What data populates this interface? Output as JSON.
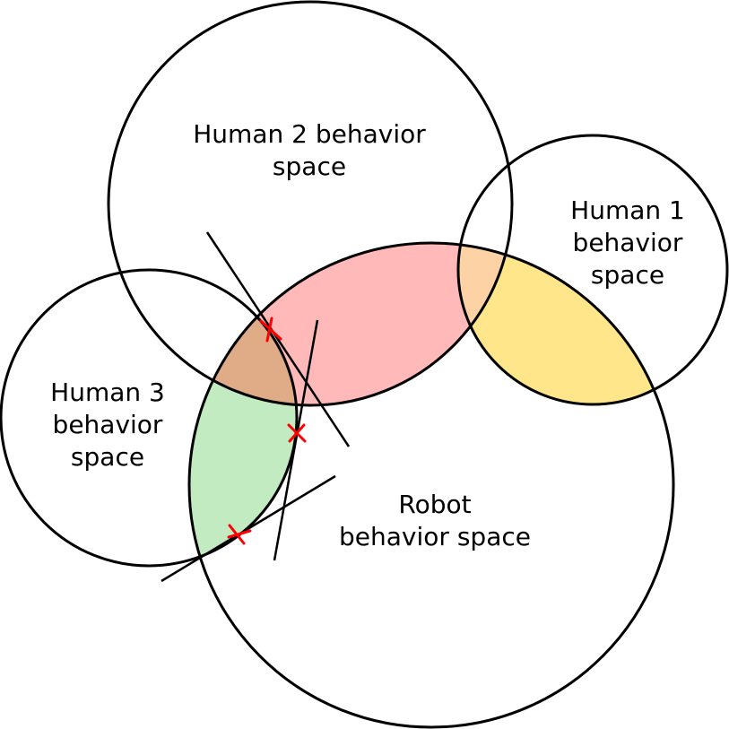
{
  "labels": {
    "human2": [
      "Human 2 behavior",
      "space"
    ],
    "human1": [
      "Human 1",
      "behavior",
      "space"
    ],
    "human3": [
      "Human 3",
      "behavior",
      "space"
    ],
    "robot": [
      "Robot",
      "behavior space"
    ]
  },
  "colors": {
    "outline": "#000000",
    "overlap_human2_robot": "#ffb9b9",
    "overlap_human1_robot": "#ffe68a",
    "overlap_human1_human2_robot": "#fdd3a6",
    "overlap_human3_robot": "#c2ebc2",
    "overlap_human2_human3_robot": "#e0ac88",
    "marker": "#ff0000"
  }
}
